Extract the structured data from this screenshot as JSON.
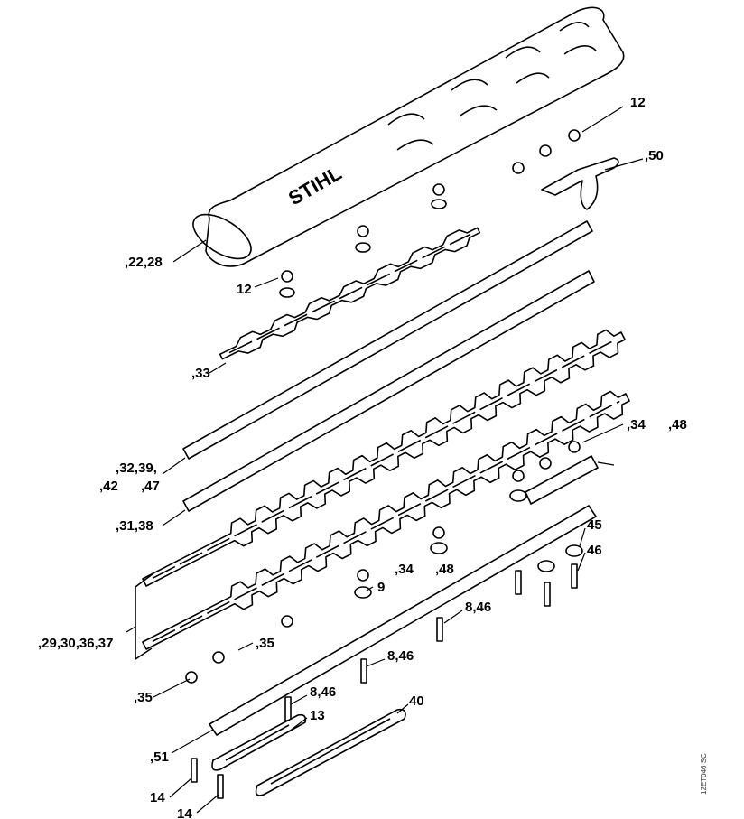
{
  "diagram": {
    "logo_text": "STIHL",
    "drawing_code": "12ET046 SC",
    "callouts": {
      "c12_top": "12",
      "c50": ",50",
      "c22_28": ",22,28",
      "c12_mid": "12",
      "c33": ",33",
      "c32_39": ",32,39,",
      "c42": ",42",
      "c47": ",47",
      "c31_38": ",31,38",
      "c34_right": ",34",
      "c48_right": ",48",
      "c34_mid": ",34",
      "c48_mid": ",48",
      "c9": "9",
      "c45": "45",
      "c46": "46",
      "c8_46_a": "8,46",
      "c8_46_b": "8,46",
      "c8_46_c": "8,46",
      "c29_37": ",29,30,36,37",
      "c35_a": ",35",
      "c35_b": ",35",
      "c51": ",51",
      "c13": "13",
      "c40": "40",
      "c14_a": "14",
      "c14_b": "14"
    }
  }
}
